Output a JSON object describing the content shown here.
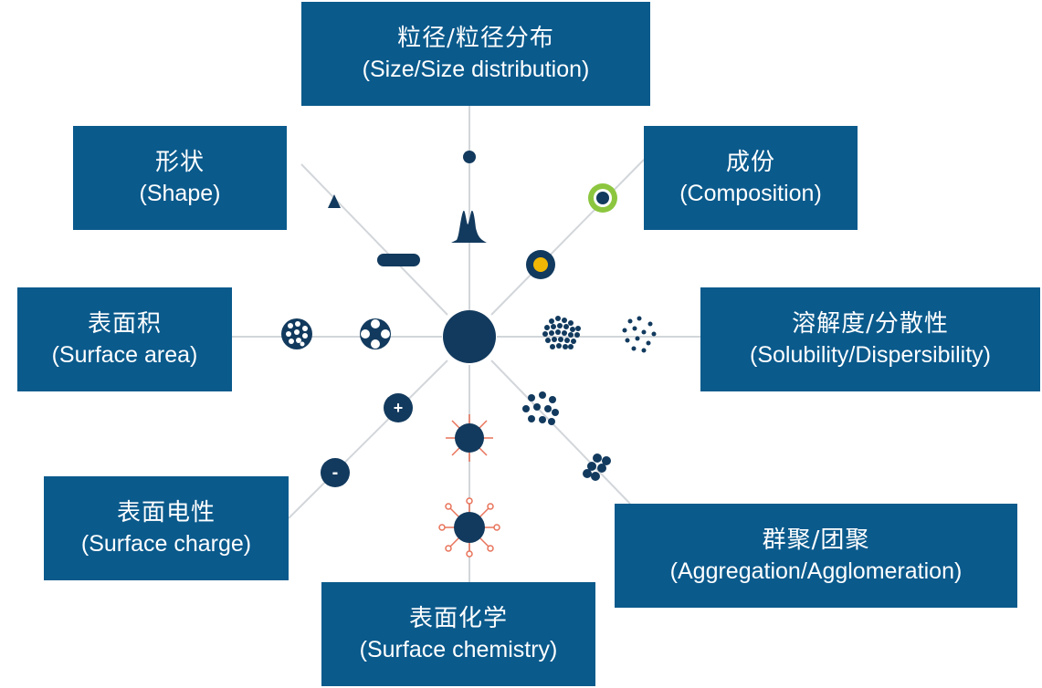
{
  "colors": {
    "box_fill": "#0a5a8c",
    "box_text": "#ffffff",
    "line": "#d2d6da",
    "particle": "#123a5e",
    "composition_ring_green": "#8cc63f",
    "composition_ring_yellow": "#f2b705",
    "chemistry_ligand": "#e8735a"
  },
  "center_icon": "particle-core-icon",
  "properties": {
    "size": {
      "zh": "粒径/粒径分布",
      "en": "(Size/Size distribution)",
      "icons": [
        "small-dot-icon",
        "bimodal-distribution-icon"
      ]
    },
    "shape": {
      "zh": "形状",
      "en": "(Shape)",
      "icons": [
        "triangle-icon",
        "rod-icon"
      ]
    },
    "composition": {
      "zh": "成份",
      "en": "(Composition)",
      "icons": [
        "green-ring-core-shell-icon",
        "yellow-core-shell-icon"
      ]
    },
    "surface_area": {
      "zh": "表面积",
      "en": "(Surface area)",
      "icons": [
        "porous-sphere-icon",
        "cross-pore-sphere-icon"
      ]
    },
    "solubility": {
      "zh": "溶解度/分散性",
      "en": "(Solubility/Dispersibility)",
      "icons": [
        "dense-cluster-icon",
        "dispersed-dots-icon"
      ]
    },
    "surface_charge": {
      "zh": "表面电性",
      "en": "(Surface charge)",
      "icons": [
        "positive-charge-icon",
        "negative-charge-icon"
      ]
    },
    "surface_chemistry": {
      "zh": "表面化学",
      "en": "(Surface chemistry)",
      "icons": [
        "short-ligand-particle-icon",
        "long-ligand-particle-icon"
      ]
    },
    "aggregation": {
      "zh": "群聚/团聚",
      "en": "(Aggregation/Agglomeration)",
      "icons": [
        "loose-aggregate-icon",
        "tight-agglomerate-icon"
      ]
    },
    "charge_symbols": {
      "plus": "+",
      "minus": "-"
    }
  }
}
